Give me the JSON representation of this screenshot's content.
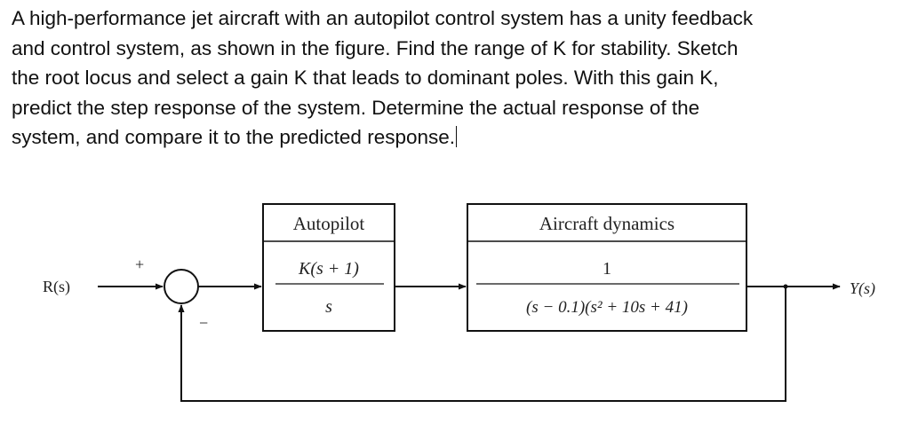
{
  "problem": {
    "lines": [
      "A high-performance jet aircraft with an autopilot control system has a unity feedback",
      "and control system, as shown in the figure.  Find the range of K for stability. Sketch",
      "the root locus and select a gain K that leads to dominant poles. With this gain K,",
      "predict the step response of the system. Determine the actual response of the",
      "system, and compare it to the predicted response."
    ]
  },
  "diagram": {
    "input_label": "R(s)",
    "output_label": "Y(s)",
    "plus_sign": "+",
    "minus_sign": "−",
    "autopilot": {
      "title": "Autopilot",
      "numerator": "K(s + 1)",
      "denominator": "s"
    },
    "aircraft": {
      "title": "Aircraft dynamics",
      "numerator": "1",
      "denominator": "(s − 0.1)(s² + 10s + 41)"
    }
  }
}
